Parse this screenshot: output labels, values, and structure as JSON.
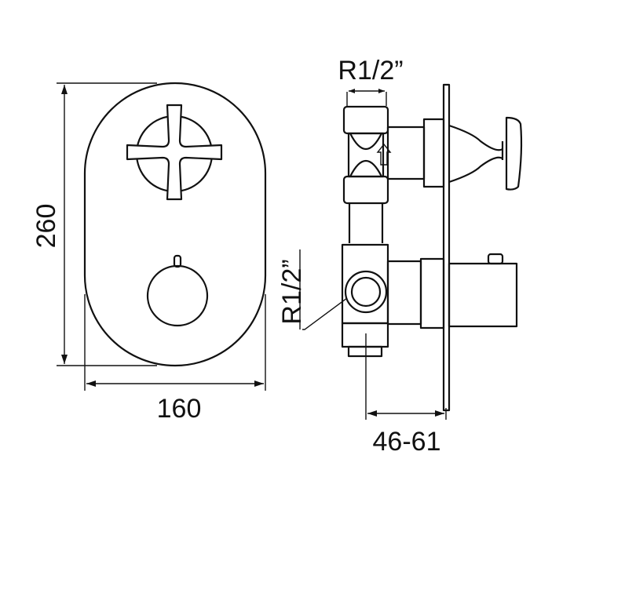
{
  "front_view": {
    "height_label": "260",
    "width_label": "160"
  },
  "side_view": {
    "top_thread_label": "R1/2”",
    "side_thread_label": "R1/2”",
    "depth_label": "46-61"
  }
}
